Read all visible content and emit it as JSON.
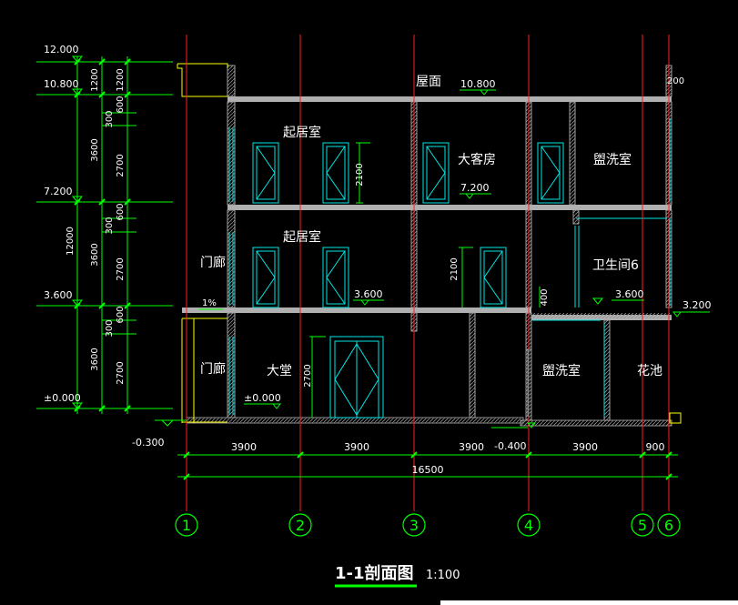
{
  "drawing": {
    "title": "1-1剖面图",
    "scale": "1:100"
  },
  "levels": {
    "roof_top": "12.000",
    "roof": "10.800",
    "floor3": "7.200",
    "floor2": "3.600",
    "ground": "±0.000",
    "outside": "-0.300"
  },
  "left_dims": {
    "outer_total": "12000",
    "outer_segments": [
      "1200",
      "3600",
      "3600",
      "3600"
    ],
    "inner_segments": [
      "1200",
      "600",
      "300",
      "2700",
      "600",
      "300",
      "2700",
      "600",
      "300",
      "2700"
    ]
  },
  "bottom_dims": {
    "spans": [
      "3900",
      "3900",
      "3900",
      "3900",
      "900"
    ],
    "total": "16500"
  },
  "axes": [
    "1",
    "2",
    "3",
    "4",
    "5",
    "6"
  ],
  "rooms": {
    "roof_label": "屋面",
    "living3": "起居室",
    "guest": "大客房",
    "wash3": "盥洗室",
    "living2": "起居室",
    "corridor2": "门廊",
    "bath": "卫生间6",
    "corridor1": "门廊",
    "hall": "大堂",
    "wash1": "盥洗室",
    "flower": "花池"
  },
  "inline_levels": {
    "roof_mid": "10.800",
    "f3_mid": "7.200",
    "f2_mid": "3.600",
    "f2_right": "3.600",
    "right_out": "3.200",
    "ground_in": "±0.000",
    "low": "-0.400"
  },
  "misc": {
    "slope": "1%",
    "parapet": "200",
    "win_h1": "2100",
    "win_h2": "2100",
    "door_h": "2700",
    "sill": "400"
  },
  "colors": {
    "background": "#000000",
    "axis": "#ff2020",
    "dimension": "#00ff00",
    "wall": "#c0c0c0",
    "window": "#00e6e6",
    "text": "#ffffff",
    "yellow": "#ffff00"
  }
}
